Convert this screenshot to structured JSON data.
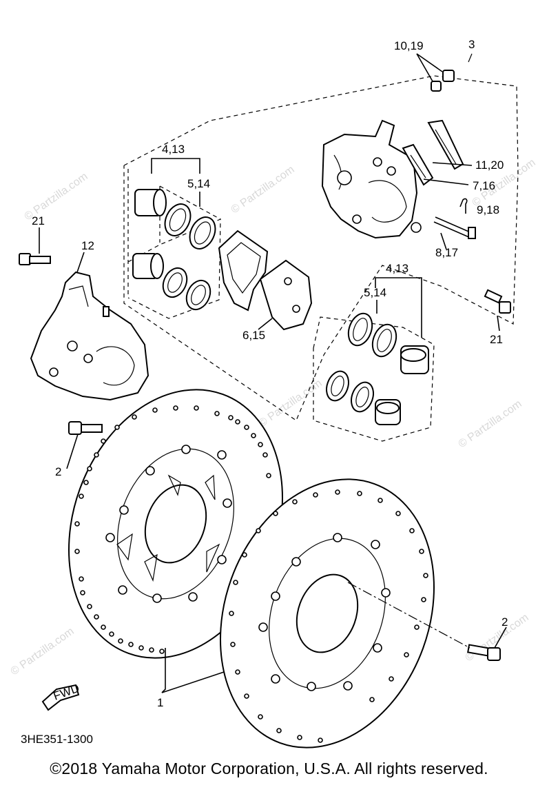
{
  "diagram": {
    "code": "3HE351-1300",
    "fwd_label": "FWD",
    "callouts": [
      "10,19",
      "3",
      "11,20",
      "7,16",
      "9,18",
      "8,17",
      "4,13",
      "5,14",
      "6,15",
      "21",
      "12",
      "4,13",
      "5,14",
      "21",
      "2",
      "2",
      "1"
    ],
    "watermark": "© Partzilla.com"
  },
  "footer": {
    "copyright": "©2018  Yamaha Motor Corporation, U.S.A. All rights reserved."
  }
}
